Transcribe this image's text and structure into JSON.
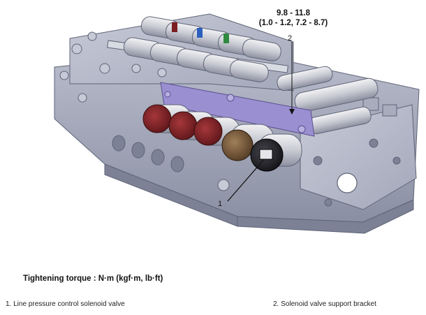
{
  "torque_spec": {
    "range": "9.8 - 11.8",
    "conversion": "(1.0 - 1.2, 7.2 - 8.7)"
  },
  "callouts": {
    "one": "1",
    "two": "2"
  },
  "title": "Tightening torque : N·m (kgf·m, lb·ft)",
  "legend": {
    "item1": "1. Line pressure control solenoid valve",
    "item2": "2. Solenoid valve support bracket"
  },
  "colors": {
    "body": "#9fa4b6",
    "body_dark": "#6e7386",
    "solenoid_red": "#7a1e22",
    "solenoid_brown": "#7a5a3a",
    "solenoid_black": "#1e1e24",
    "bracket": "#9a8fd0"
  }
}
